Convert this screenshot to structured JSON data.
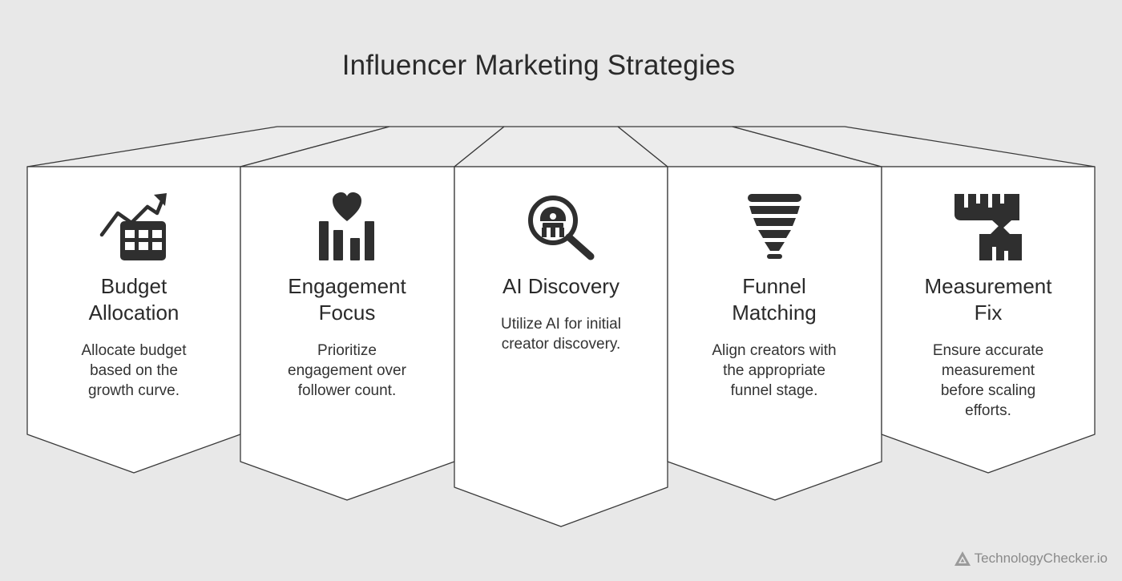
{
  "title": "Influencer Marketing Strategies",
  "cards": [
    {
      "title_line1": "Budget",
      "title_line2": "Allocation",
      "desc_lines": [
        "Allocate budget",
        "based on the",
        "growth curve."
      ],
      "icon": "budget-growth-chart-icon"
    },
    {
      "title_line1": "Engagement",
      "title_line2": "Focus",
      "desc_lines": [
        "Prioritize",
        "engagement over",
        "follower count."
      ],
      "icon": "heart-bar-chart-icon"
    },
    {
      "title_line1": "AI Discovery",
      "title_line2": "",
      "desc_lines": [
        "Utilize AI for initial",
        "creator discovery."
      ],
      "icon": "ai-search-magnifier-icon"
    },
    {
      "title_line1": "Funnel",
      "title_line2": "Matching",
      "desc_lines": [
        "Align creators with",
        "the appropriate",
        "funnel stage."
      ],
      "icon": "funnel-icon"
    },
    {
      "title_line1": "Measurement",
      "title_line2": "Fix",
      "desc_lines": [
        "Ensure accurate",
        "measurement",
        "before scaling",
        "efforts."
      ],
      "icon": "broken-ruler-icon"
    }
  ],
  "watermark": "TechnologyChecker.io",
  "colors": {
    "background": "#e8e8e8",
    "card_fill": "#ffffff",
    "outline": "#3a3a3a",
    "icon": "#2f2f2f"
  }
}
